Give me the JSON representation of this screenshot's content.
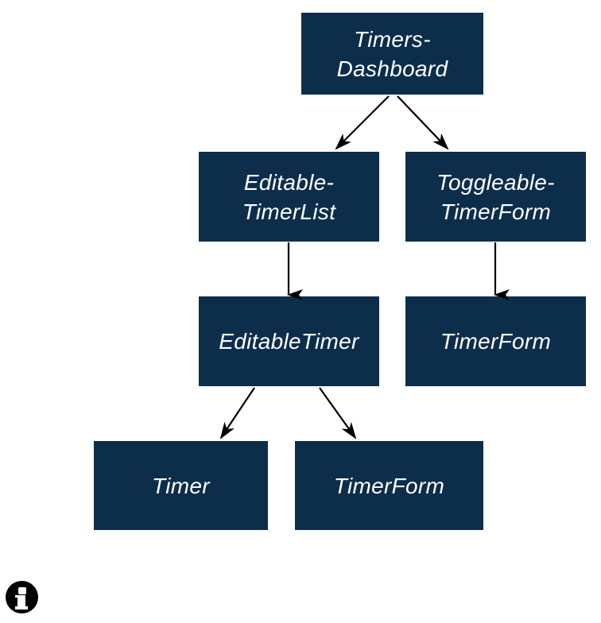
{
  "diagram": {
    "type": "component-hierarchy-tree",
    "nodes": [
      {
        "id": "timers-dashboard",
        "lines": [
          "Timers-",
          "Dashboard"
        ]
      },
      {
        "id": "editable-timer-list",
        "lines": [
          "Editable-",
          "TimerList"
        ]
      },
      {
        "id": "toggleable-timer-form",
        "lines": [
          "Toggleable-",
          "TimerForm"
        ]
      },
      {
        "id": "editable-timer",
        "lines": [
          "EditableTimer"
        ]
      },
      {
        "id": "timer-form-right",
        "lines": [
          "TimerForm"
        ]
      },
      {
        "id": "timer",
        "lines": [
          "Timer"
        ]
      },
      {
        "id": "timer-form-bottom",
        "lines": [
          "TimerForm"
        ]
      }
    ],
    "edges": [
      {
        "from": "timers-dashboard",
        "to": "editable-timer-list"
      },
      {
        "from": "timers-dashboard",
        "to": "toggleable-timer-form"
      },
      {
        "from": "editable-timer-list",
        "to": "editable-timer"
      },
      {
        "from": "toggleable-timer-form",
        "to": "timer-form-right"
      },
      {
        "from": "editable-timer",
        "to": "timer"
      },
      {
        "from": "editable-timer",
        "to": "timer-form-bottom"
      }
    ],
    "colors": {
      "node_bg": "#0d2e4b",
      "node_text": "#ffffff",
      "arrow": "#000000",
      "icon_bg": "#000000",
      "icon_glyph": "#ffffff"
    }
  },
  "icons": [
    {
      "name": "info-icon"
    }
  ]
}
